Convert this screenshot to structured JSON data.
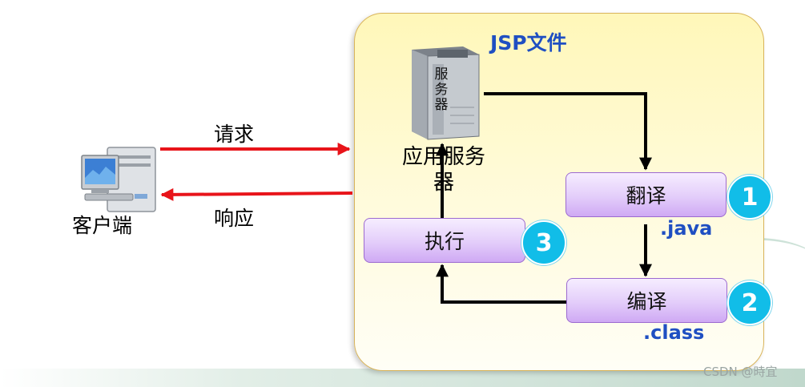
{
  "panel": {
    "title": "JSP文件"
  },
  "client": {
    "label": "客户端"
  },
  "server": {
    "label": "应用服务器",
    "device_text": "服务器"
  },
  "arrows": {
    "request_label": "请求",
    "response_label": "响应"
  },
  "steps": [
    {
      "label": "翻译",
      "number": "1",
      "output": ".java"
    },
    {
      "label": "编译",
      "number": "2",
      "output": ".class"
    },
    {
      "label": "执行",
      "number": "3"
    }
  ],
  "watermark": "CSDN @時宜",
  "colors": {
    "accent_blue": "#1f4fc2",
    "arrow_red": "#e8141a",
    "circle_cyan": "#11bde8",
    "panel_yellow": "#fff7b9",
    "step_purple": "#e3cdfa"
  }
}
